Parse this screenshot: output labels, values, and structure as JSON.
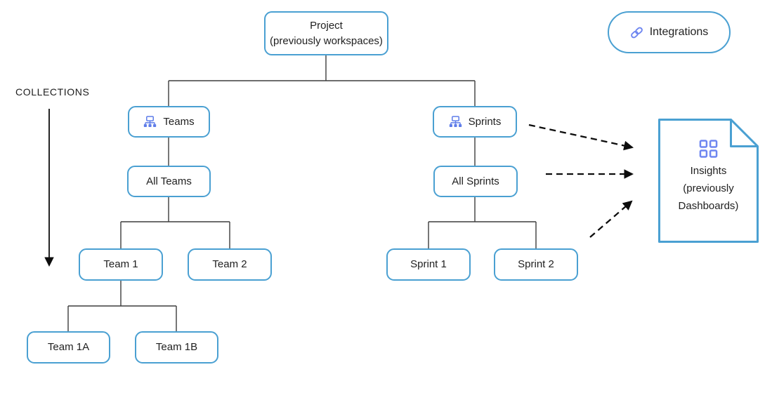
{
  "annotations": {
    "collections_label": "COLLECTIONS"
  },
  "nodes": {
    "project": {
      "line1": "Project",
      "line2": "(previously workspaces)"
    },
    "teams": {
      "label": "Teams",
      "icon": "org-chart-icon"
    },
    "all_teams": {
      "label": "All Teams"
    },
    "team_1": {
      "label": "Team 1"
    },
    "team_2": {
      "label": "Team 2"
    },
    "team_1a": {
      "label": "Team 1A"
    },
    "team_1b": {
      "label": "Team 1B"
    },
    "sprints": {
      "label": "Sprints",
      "icon": "org-chart-icon"
    },
    "all_sprints": {
      "label": "All Sprints"
    },
    "sprint_1": {
      "label": "Sprint 1"
    },
    "sprint_2": {
      "label": "Sprint 2"
    },
    "insights": {
      "line1": "Insights",
      "line2": "(previously",
      "line3": "Dashboards)",
      "icon": "grid-icon"
    },
    "integrations": {
      "label": "Integrations",
      "icon": "link-icon"
    }
  },
  "colors": {
    "box_border": "#4AA0D2",
    "icon_accent": "#5F7DE9",
    "icon_accent_2": "#6E86F0",
    "connector": "#3d3d3d",
    "arrow": "#0d0d0d",
    "text": "#212121",
    "background": "#ffffff"
  }
}
